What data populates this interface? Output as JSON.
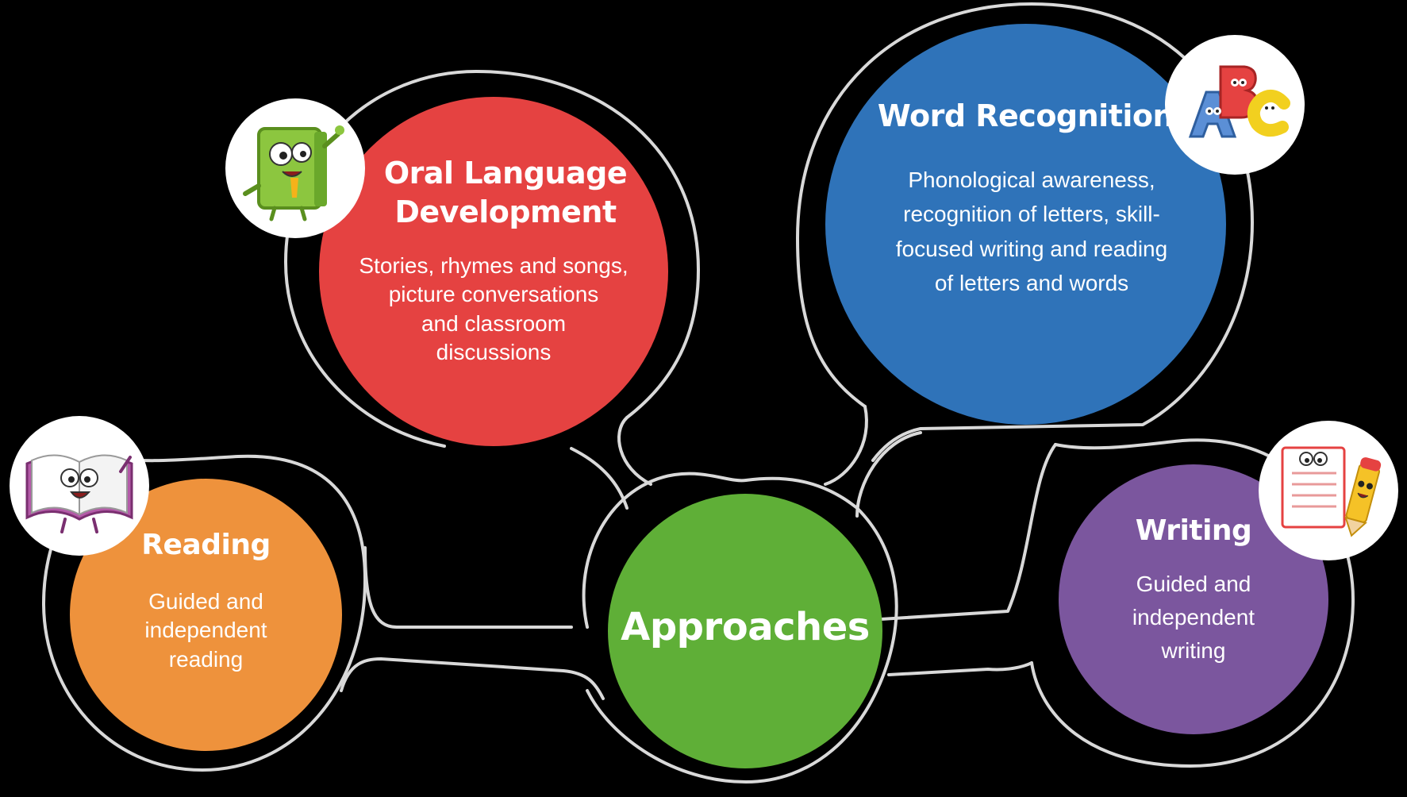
{
  "center": {
    "title": "Approaches",
    "color": "#5faf37"
  },
  "nodes": {
    "oral": {
      "title_line1": "Oral Language",
      "title_line2": "Development",
      "desc": [
        "Stories, rhymes and songs,",
        "picture conversations",
        "and classroom",
        "discussions"
      ],
      "color": "#e54241",
      "icon": "green-book-character-icon"
    },
    "word": {
      "title": "Word Recognition",
      "desc": [
        "Phonological awareness,",
        "recognition of letters, skill-",
        "focused writing and reading",
        "of letters and words"
      ],
      "color": "#2f73b9",
      "icon": "abc-letters-icon"
    },
    "reading": {
      "title": "Reading",
      "desc": [
        "Guided and",
        "independent",
        "reading"
      ],
      "color": "#ee923c",
      "icon": "open-book-character-icon"
    },
    "writing": {
      "title": "Writing",
      "desc": [
        "Guided and",
        "independent",
        "writing"
      ],
      "color": "#7b569e",
      "icon": "paper-and-pencil-character-icon"
    }
  },
  "colors": {
    "background": "#000000",
    "connector_outline": "#d9d9d9",
    "text": "#ffffff"
  }
}
